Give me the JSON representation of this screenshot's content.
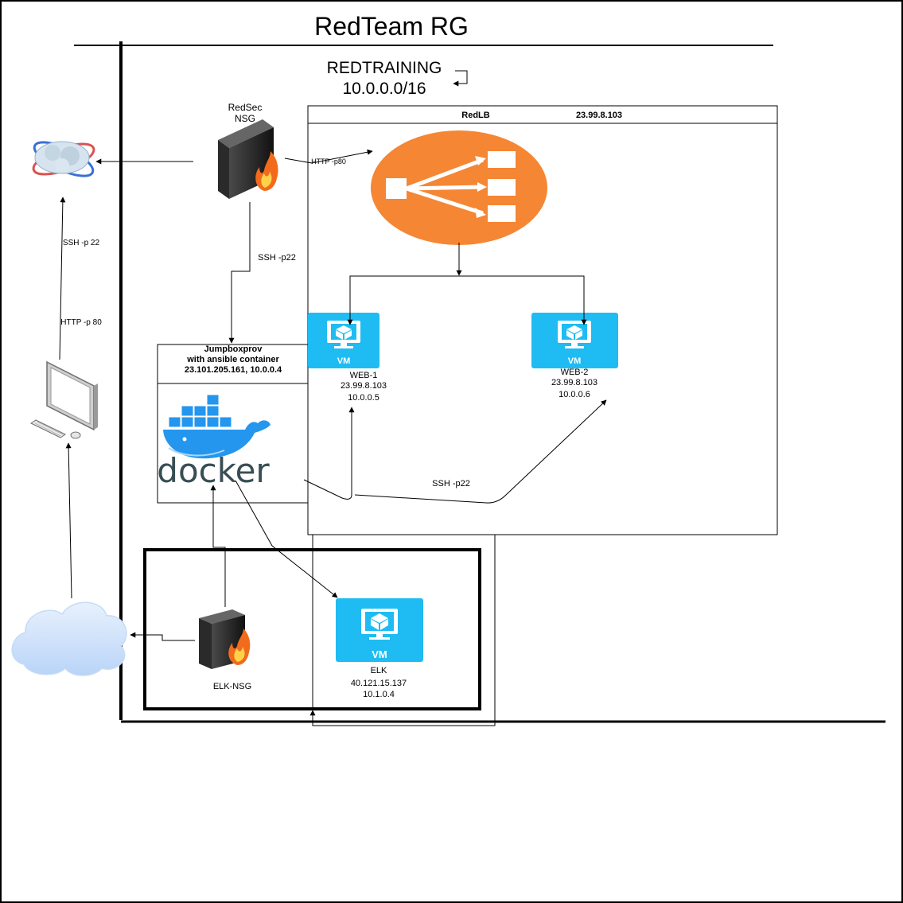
{
  "title": "RedTeam RG",
  "vnet": {
    "name": "REDTRAINING",
    "cidr": "10.0.0.0/16"
  },
  "redsec_nsg": {
    "line1": "RedSec",
    "line2": "NSG"
  },
  "load_balancer": {
    "name": "RedLB",
    "ip": "23.99.8.103"
  },
  "edge_labels": {
    "http_p80_lb": "HTTP -p80",
    "ssh_p22_nsg": "SSH -p22",
    "ssh_p22_left": "SSH -p 22",
    "http_p80_left": "HTTP -p 80",
    "ssh_p22_web": "SSH -p22"
  },
  "jumpbox": {
    "line1": "Jumpboxprov",
    "line2": "with ansible container",
    "line3": "23.101.205.161, 10.0.0.4"
  },
  "docker_label": "docker",
  "vm_badge": "VM",
  "web1": {
    "name": "WEB-1",
    "public_ip": "23.99.8.103",
    "private_ip": "10.0.0.5"
  },
  "web2": {
    "name": "WEB-2",
    "public_ip": "23.99.8.103",
    "private_ip": "10.0.0.6"
  },
  "elk": {
    "name": "ELK",
    "public_ip": "40.121.15.137",
    "private_ip": "10.1.0.4"
  },
  "elk_nsg": {
    "label": "ELK-NSG"
  },
  "colors": {
    "vm_blue": "#1ebcf2",
    "lb_orange": "#f58634",
    "docker_blue": "#2496ed",
    "docker_text": "#384d54",
    "cloud_blue": "#cfe2fb"
  }
}
